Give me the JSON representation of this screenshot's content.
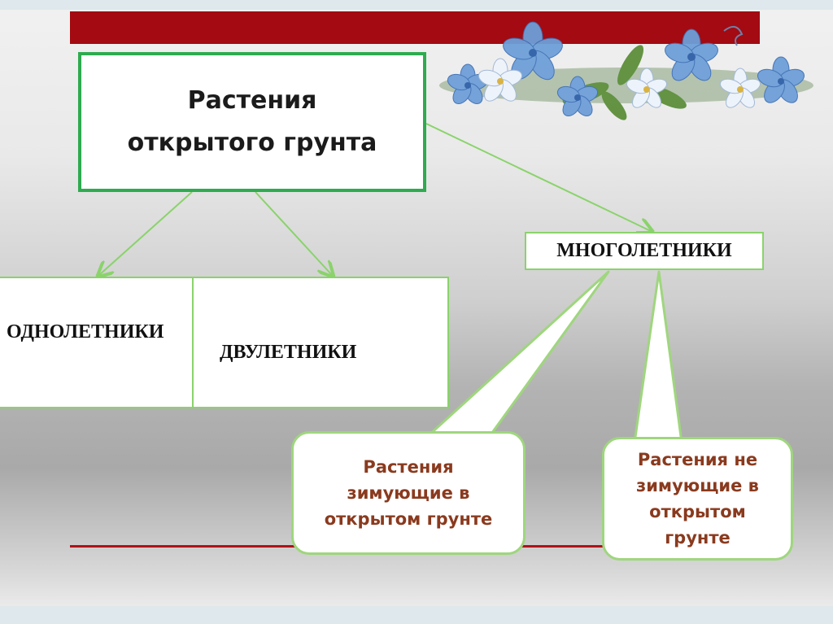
{
  "diagram": {
    "root": "Растения\nоткрытого грунта",
    "branches": {
      "annuals": "ОДНОЛЕТНИКИ",
      "biennials": "ДВУЛЕТНИКИ",
      "perennials": "МНОГОЛЕТНИКИ"
    },
    "callouts": {
      "hardy": "Растения\nзимующие  в\nоткрытом грунте",
      "non_hardy": "Растения не\nзимующие  в\nоткрытом\nгрунте"
    }
  },
  "colors": {
    "accent_red": "#a30a12",
    "box_border_green": "#2eab4f",
    "connector_green": "#8ad36b",
    "callout_text": "#8a3a1e"
  },
  "decoration": "blue-flower-garland-icon"
}
